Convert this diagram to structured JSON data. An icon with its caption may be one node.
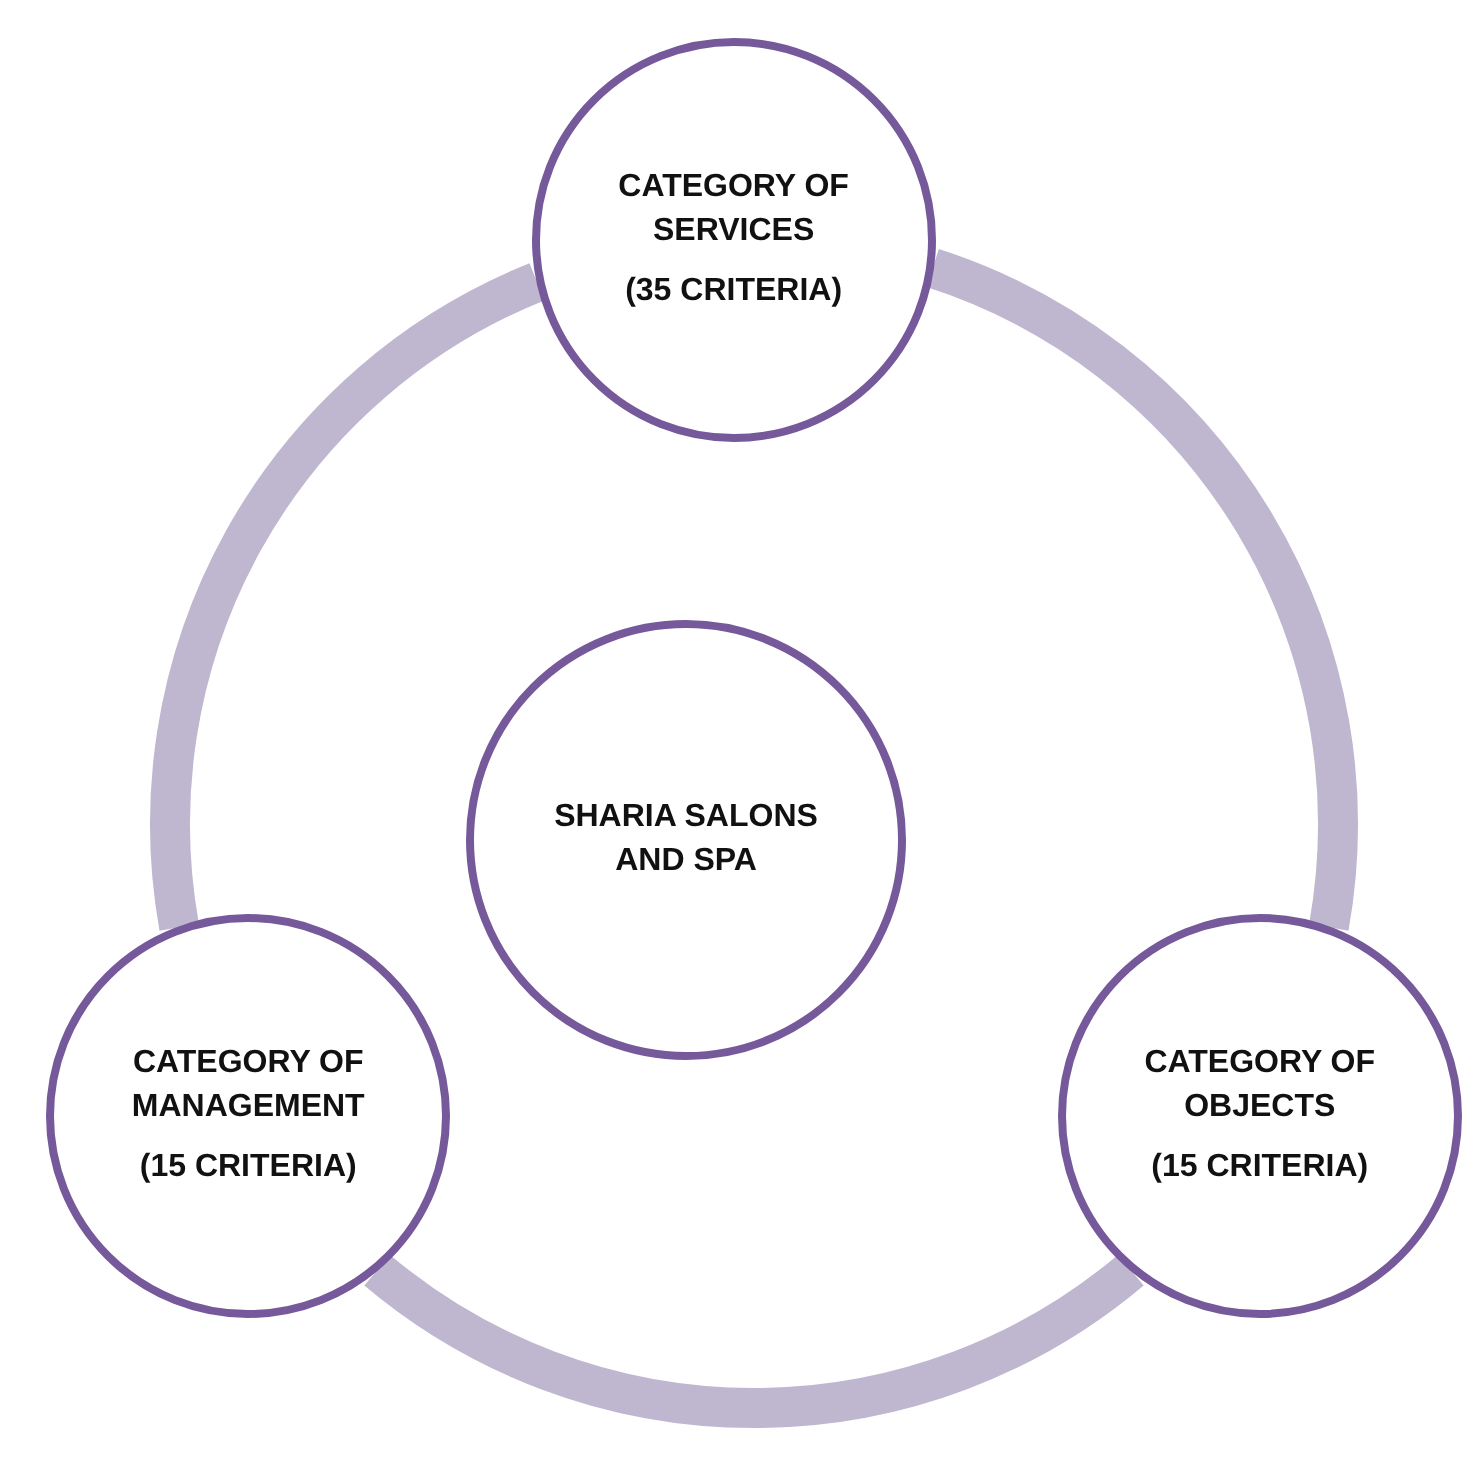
{
  "diagram": {
    "nodes": [
      {
        "text": [
          "CATEGORY OF SERVICES",
          "(35 CRITERIA)"
        ]
      },
      {
        "text": [
          "SHARIA SALONS AND SPA"
        ]
      },
      {
        "text": [
          "CATEGORY OF MANAGEMENT",
          "(15 CRITERIA)"
        ]
      },
      {
        "text": [
          "CATEGORY OF OBJECTS",
          "(15 CRITERIA)"
        ]
      }
    ],
    "edges": [
      {
        "from": 0,
        "to": 3,
        "arrow": "none"
      },
      {
        "from": 3,
        "to": 2,
        "arrow": "none"
      },
      {
        "from": 2,
        "to": 0,
        "arrow": "none"
      }
    ]
  }
}
